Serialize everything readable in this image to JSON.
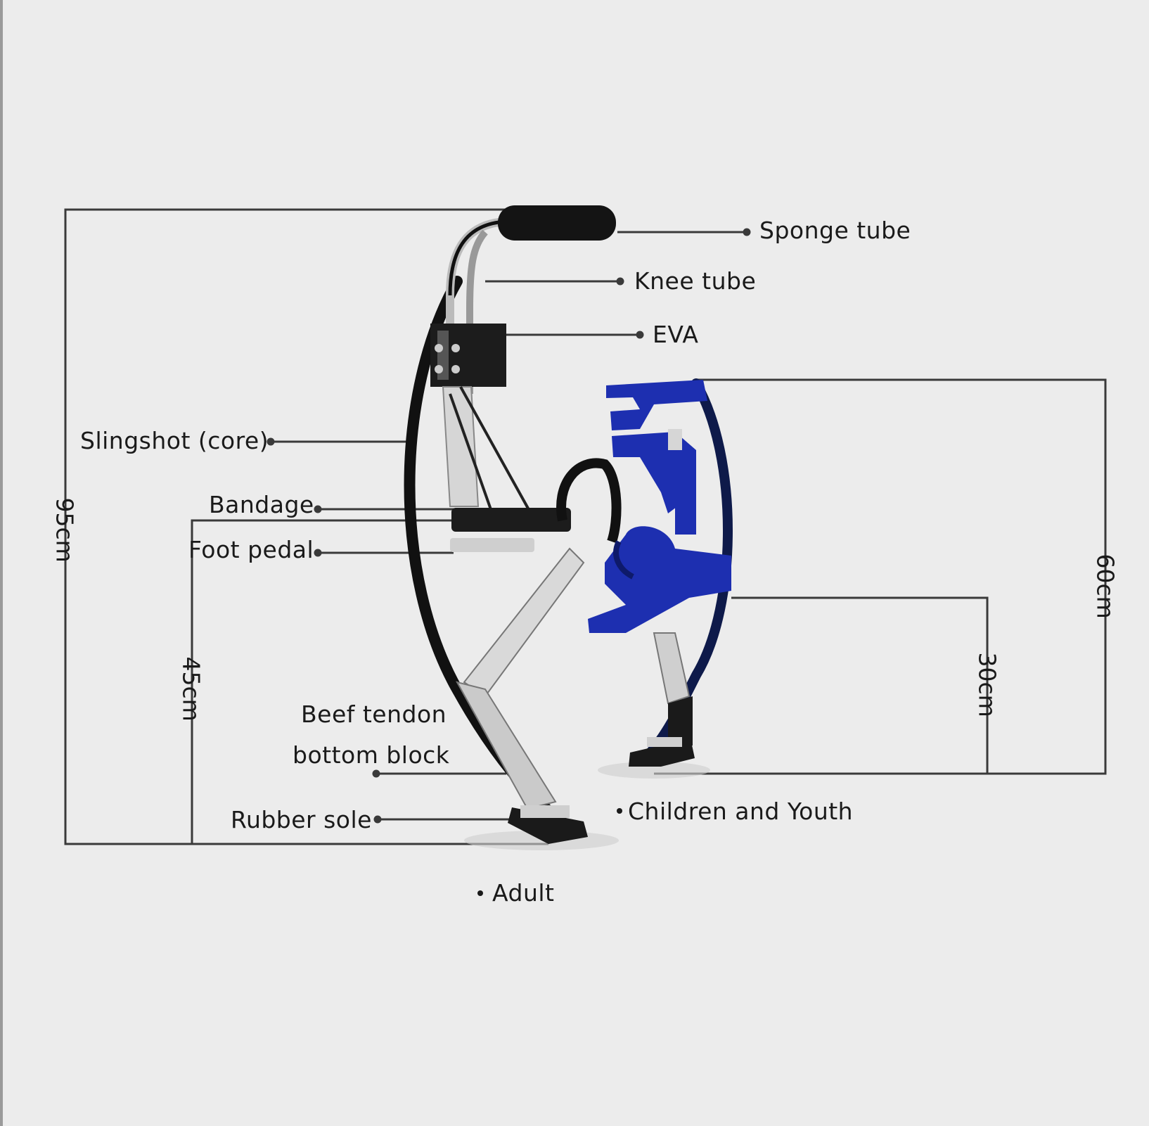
{
  "labels": {
    "sponge_tube": "Sponge tube",
    "knee_tube": "Knee tube",
    "eva": "EVA",
    "slingshot": "Slingshot (core)",
    "bandage": "Bandage",
    "foot_pedal": "Foot pedal",
    "beef_tendon_line1": "Beef tendon",
    "beef_tendon_line2": "bottom block",
    "rubber_sole": "Rubber sole",
    "children_youth": "Children and Youth",
    "adult": "Adult"
  },
  "dimensions": {
    "adult_total": "95cm",
    "adult_lower": "45cm",
    "child_total": "60cm",
    "child_lower": "30cm"
  },
  "colors": {
    "background": "#ececec",
    "line": "#3a3a3a",
    "frame": "#111111",
    "metal": "#c9c9c9",
    "child_blue": "#1d2fb0"
  }
}
